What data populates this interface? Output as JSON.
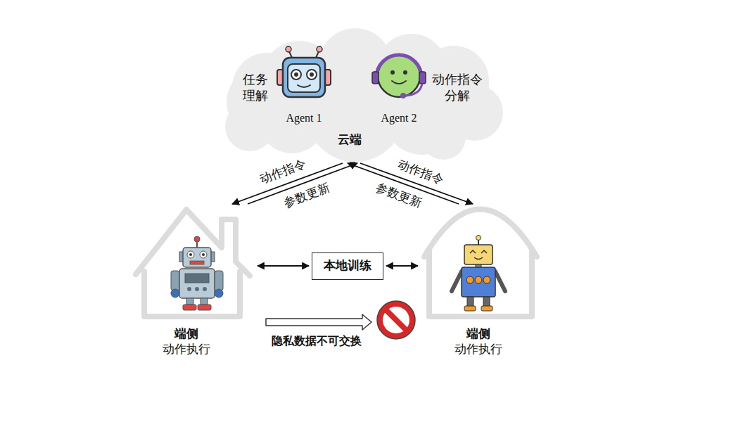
{
  "diagram": {
    "nodes": [
      {
        "text": [
          "云端"
        ]
      },
      {
        "text": [
          "任务 理解",
          "Agent 1"
        ],
        "in": 0
      },
      {
        "text": [
          "动作指令 分解",
          "Agent 2"
        ],
        "in": 0
      },
      {
        "text": [
          "端侧",
          "动作执行"
        ]
      },
      {
        "text": [
          "本地训练"
        ]
      },
      {
        "text": [
          "端侧",
          "动作执行"
        ]
      }
    ],
    "edges": [
      {
        "from": 0,
        "to": 3,
        "label": "动作指令",
        "arrow": "to"
      },
      {
        "from": 3,
        "to": 0,
        "label": "参数更新",
        "arrow": "to"
      },
      {
        "from": 0,
        "to": 5,
        "label": "动作指令",
        "arrow": "to"
      },
      {
        "from": 5,
        "to": 0,
        "label": "参数更新",
        "arrow": "to"
      },
      {
        "from": 3,
        "to": 4,
        "arrow": "both"
      },
      {
        "from": 4,
        "to": 5,
        "arrow": "both"
      }
    ],
    "labels": [
      "隐私数据不可交换"
    ]
  }
}
